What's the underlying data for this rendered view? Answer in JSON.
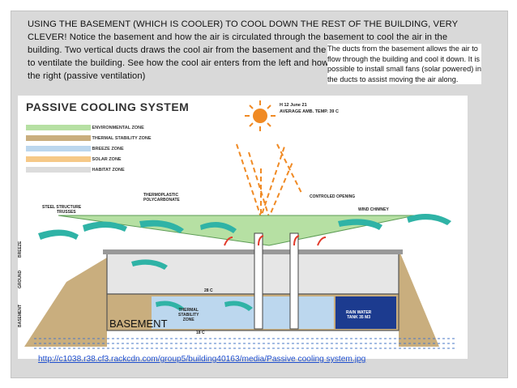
{
  "intro": {
    "line1": "USING THE BASEMENT (WHICH IS COOLER) TO COOL DOWN THE REST OF THE BUILDING, VERY",
    "line2": "CLEVER! Notice the basement and how the air is circulated through the basement to cool the air in the",
    "line3": "building. Two vertical ducts draws the cool air from the basement and the cool air is pushed upwards",
    "line4": "to ventilate the building. See how the cool air enters from the left and how the warmer air escapes on",
    "line5": "the right (passive ventilation)"
  },
  "figure": {
    "title": "PASSIVE COOLING SYSTEM",
    "info_line1": "H 12 June  21",
    "info_line2": "AVERAGE AMB. TEMP.  39 C",
    "legend": [
      {
        "label": "ENVIRONMENTAL ZONE",
        "color": "#b6e0a3"
      },
      {
        "label": "THERMAL STABILITY ZONE",
        "color": "#c9ae7e"
      },
      {
        "label": "BREEZE ZONE",
        "color": "#bcd7ee"
      },
      {
        "label": "SOLAR ZONE",
        "color": "#f6c987"
      },
      {
        "label": "HABITAT ZONE",
        "color": "#dcdcdc"
      }
    ],
    "labels": {
      "steel": "STEEL STRUCTURE",
      "trusses": "TRUSSES",
      "thermo1": "THERMOPLASTIC",
      "thermo2": "POLYCARBONATE",
      "opening": "CONTROLED OPENING",
      "chimney": "WIND CHIMNEY",
      "temp_upper": "28 C",
      "temp_lower": "18 C",
      "tsz1": "THERMAL",
      "tsz2": "STABILITY",
      "tsz3": "ZONE",
      "rain1": "RAIN WATER",
      "rain2": "TANK 35 M3",
      "side_breeze": "BREEZE",
      "side_ground": "GROUND",
      "side_basement": "BASEMENT"
    }
  },
  "callout": {
    "text": "The ducts from the basement allows the air to flow through the building and cool it down. It is possible to install small fans (solar powered) in the ducts to assist moving the air along."
  },
  "basement_label": "BASEMENT",
  "source_link": "http://c1038.r38.cf3.rackcdn.com/group5/building40163/media/Passive cooling system.jpg"
}
